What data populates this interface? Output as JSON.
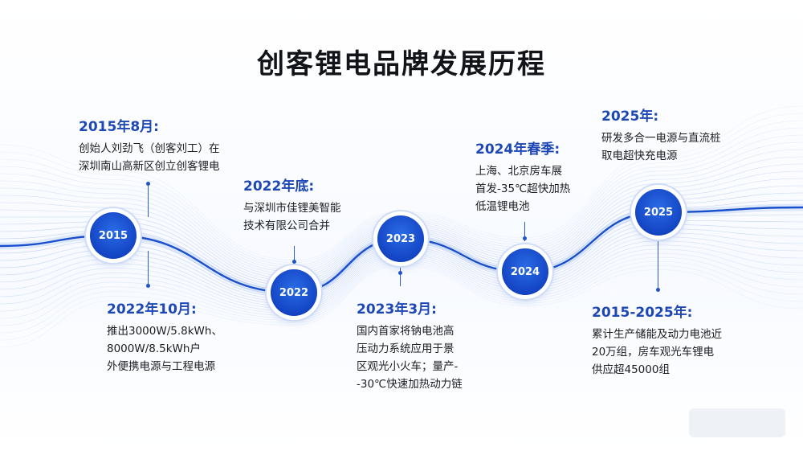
{
  "title": "创客锂电品牌发展历程",
  "colors": {
    "primary": "#1344c4",
    "heading": "#1d47b5",
    "text": "#1a1d24",
    "wave": "#2d63d6"
  },
  "nodes": [
    {
      "label": "2015"
    },
    {
      "label": "2022"
    },
    {
      "label": "2023"
    },
    {
      "label": "2024"
    },
    {
      "label": "2025"
    }
  ],
  "events": [
    {
      "heading": "2015年8月:",
      "lines": [
        "创始人刘劲飞（创客刘工）在",
        "深圳南山高新区创立创客锂电"
      ]
    },
    {
      "heading": "2022年10月:",
      "lines": [
        "推出3000W/5.8kWh、",
        "8000W/8.5kWh户",
        "外便携电源与工程电源"
      ]
    },
    {
      "heading": "2022年底:",
      "lines": [
        "与深圳市佳锂美智能",
        "技术有限公司合并"
      ]
    },
    {
      "heading": "2023年3月:",
      "lines": [
        "国内首家将钠电池高",
        "压动力系统应用于景",
        "区观光小火车；量产-",
        "-30℃快速加热动力链"
      ]
    },
    {
      "heading": "2024年春季:",
      "lines": [
        "上海、北京房车展",
        "首发-35℃超快加热",
        "低温锂电池"
      ]
    },
    {
      "heading": "2025年:",
      "lines": [
        "研发多合一电源与直流桩",
        "取电超快充电源"
      ]
    },
    {
      "heading": "2015-2025年:",
      "lines": [
        "累计生产储能及动力电池近",
        "20万组，房车观光车锂电",
        "供应超45000组"
      ]
    }
  ]
}
